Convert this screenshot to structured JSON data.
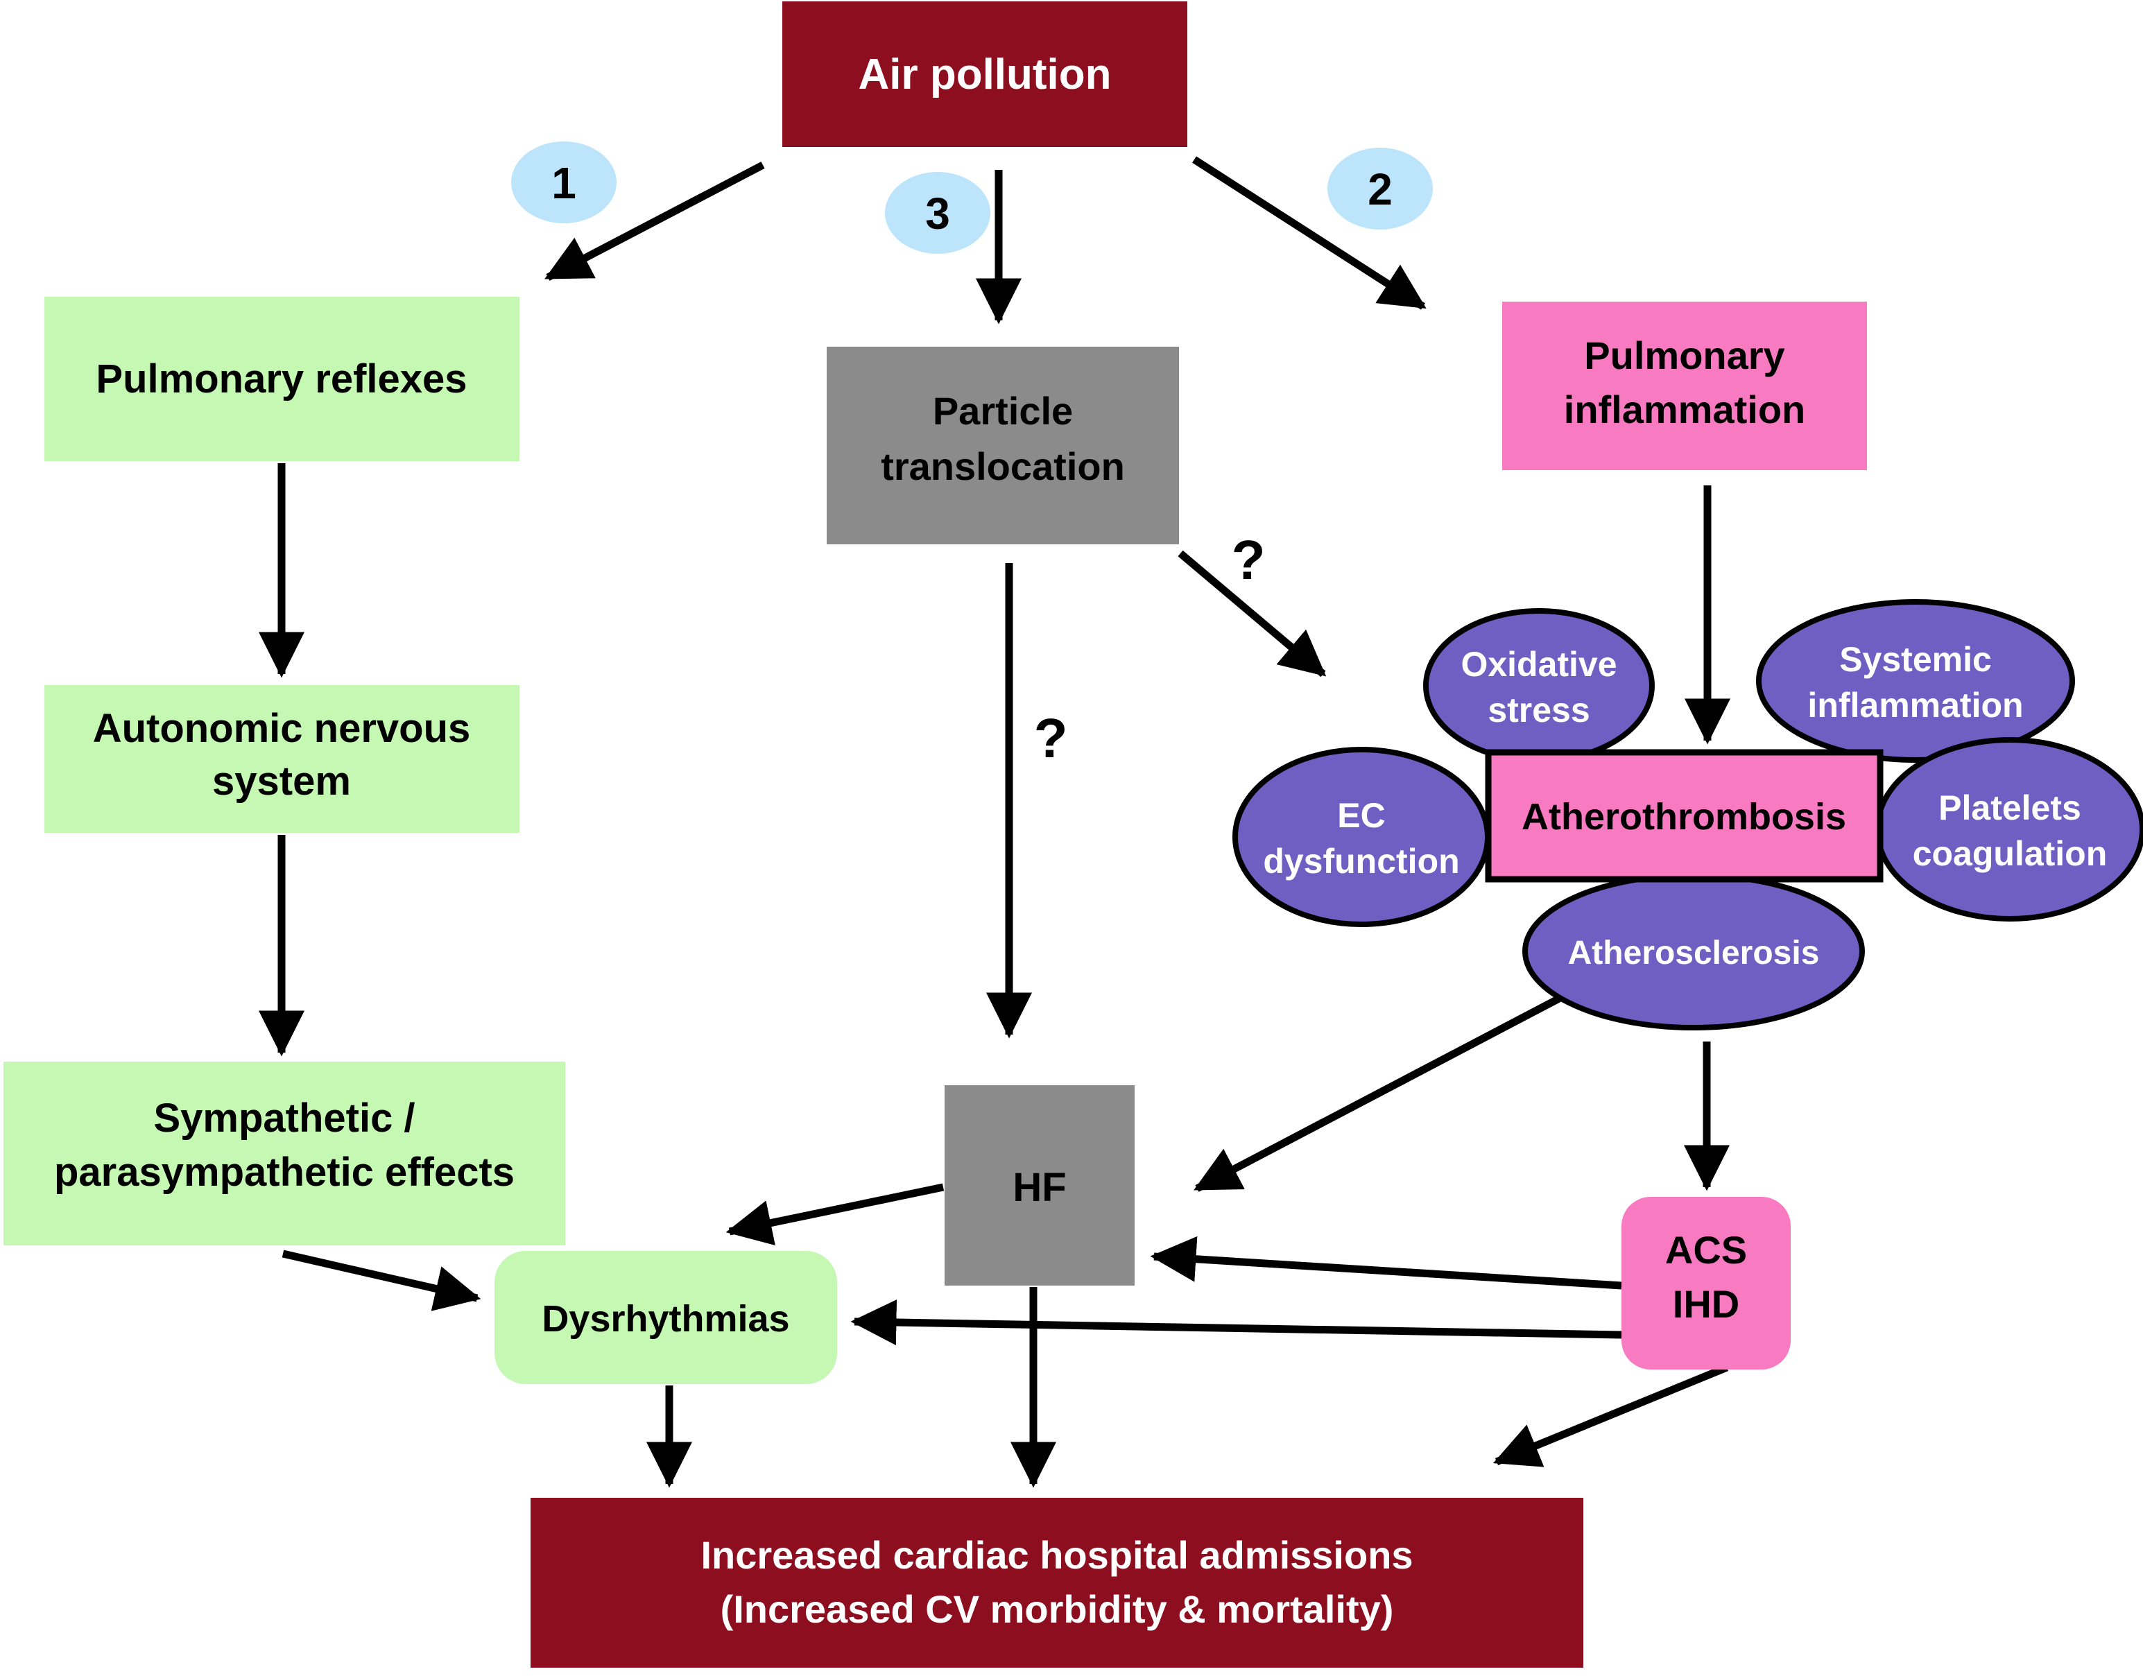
{
  "diagram": {
    "title_node": {
      "label": "Air pollution"
    },
    "badges": [
      {
        "label": "1"
      },
      {
        "label": "2"
      },
      {
        "label": "3"
      }
    ],
    "nodes": {
      "air_pollution": {
        "label": "Air pollution"
      },
      "pulmonary_reflexes": {
        "label": "Pulmonary reflexes"
      },
      "autonomic_nervous_system": {
        "lines": [
          "Autonomic nervous",
          "system"
        ]
      },
      "sympathetic_parasympathetic": {
        "lines": [
          "Sympathetic /",
          "parasympathetic effects"
        ]
      },
      "particle_translocation": {
        "lines": [
          "Particle",
          "translocation"
        ]
      },
      "pulmonary_inflammation": {
        "lines": [
          "Pulmonary",
          "inflammation"
        ]
      },
      "hf": {
        "label": "HF"
      },
      "atherothrombosis": {
        "label": "Atherothrombosis"
      },
      "oxidative_stress": {
        "lines": [
          "Oxidative",
          "stress"
        ]
      },
      "systemic_inflammation": {
        "lines": [
          "Systemic",
          "inflammation"
        ]
      },
      "ec_dysfunction": {
        "lines": [
          "EC",
          "dysfunction"
        ]
      },
      "platelets_coagulation": {
        "lines": [
          "Platelets",
          "coagulation"
        ]
      },
      "atherosclerosis": {
        "label": "Atherosclerosis"
      },
      "acs_ihd": {
        "lines": [
          "ACS",
          "IHD"
        ]
      },
      "dysrhythmias": {
        "label": "Dysrhythmias"
      },
      "outcome": {
        "lines": [
          "Increased cardiac hospital admissions",
          "(Increased CV morbidity & mortality)"
        ]
      }
    },
    "question_marks": {
      "middle_path": "?",
      "diagonal_path": "?"
    },
    "colors": {
      "maroon": "#8C0E1F",
      "light_green": "#C5F8B3",
      "gray": "#8B8B8B",
      "pink": "#F87BC1",
      "purple": "#6F5FC3",
      "badge_blue": "#BCE4FA",
      "arrow_black": "#000000",
      "text_dark": "#000000",
      "text_light": "#FFFFFF"
    }
  }
}
